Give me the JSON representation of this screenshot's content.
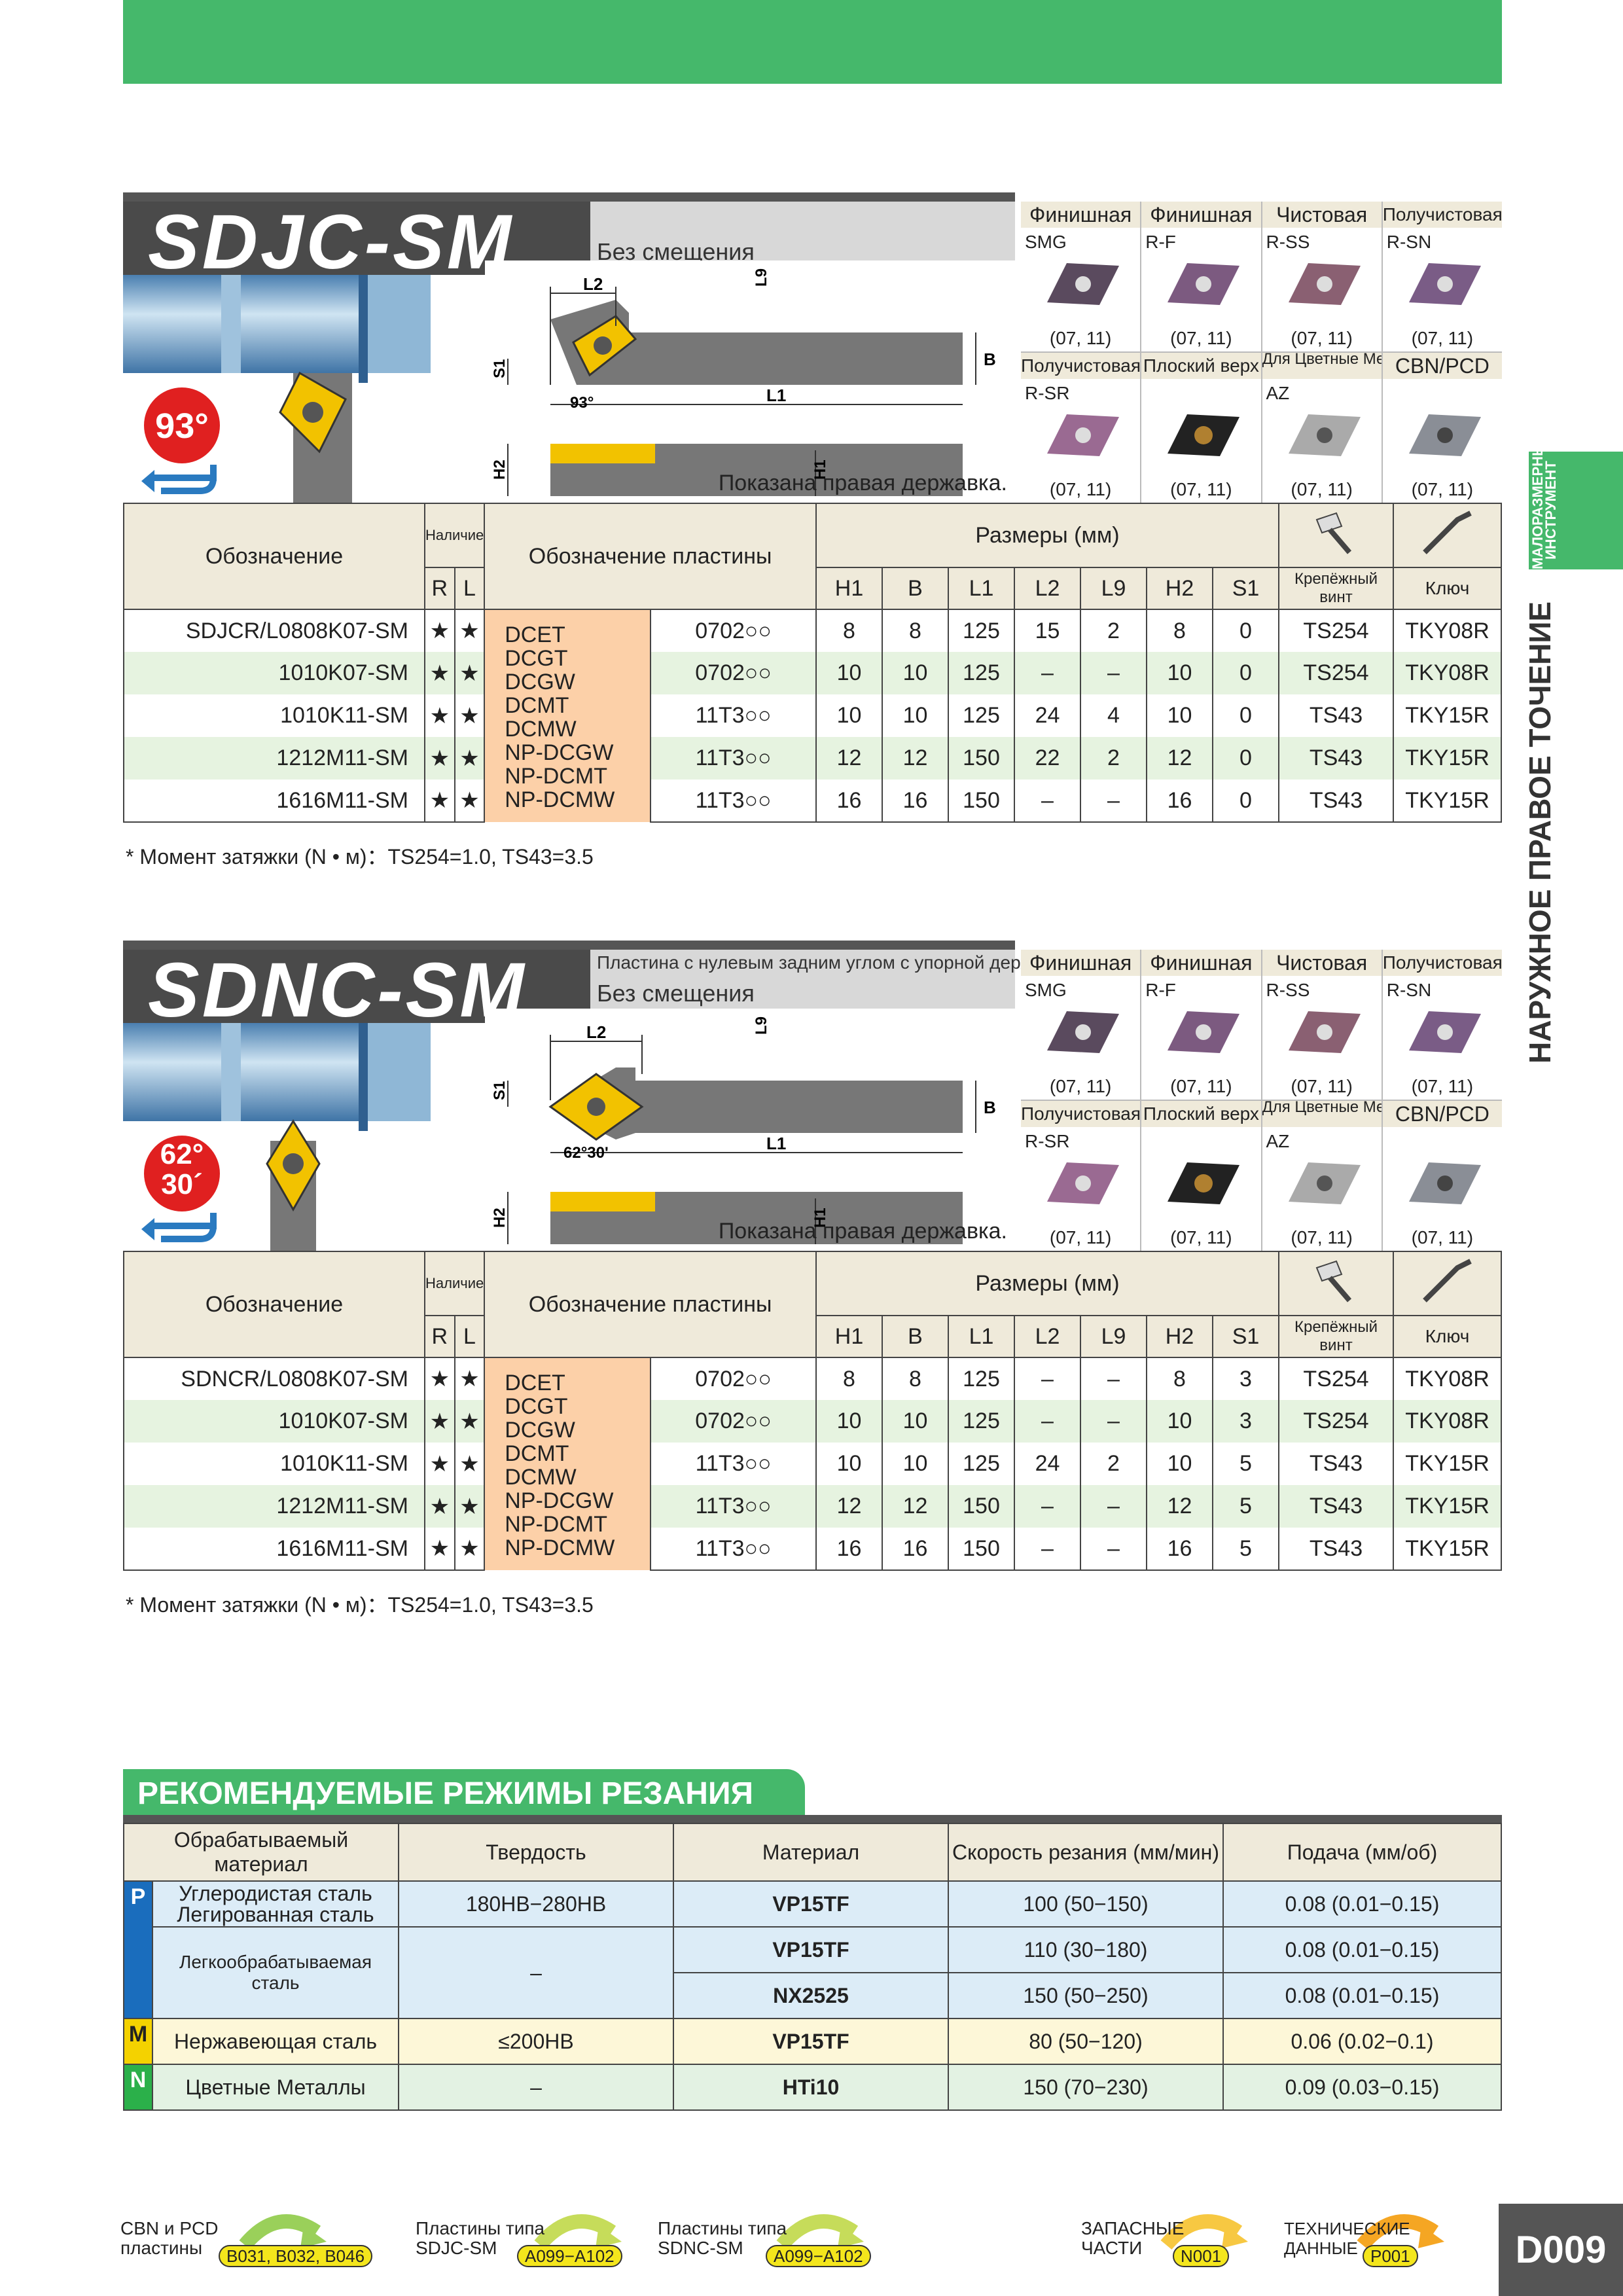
{
  "header": {
    "color": "#45b86b"
  },
  "sidebar": {
    "small": "МАЛОРАЗМЕРНЫЙ ИНСТРУМЕНТ",
    "main": "НАРУЖНОЕ ПРАВОЕ ТОЧЕНИЕ"
  },
  "common": {
    "shown_right": "Показана правая державка.",
    "insert_code_note": "(07, 11)",
    "insert_categories": [
      "Финишная",
      "Финишная",
      "Чистовая",
      "Получистовая",
      "Получистовая",
      "Плоский верх",
      "Для Цветные Металлы",
      "CBN/PCD"
    ],
    "insert_codes": [
      "SMG",
      "R-F",
      "R-SS",
      "R-SN",
      "R-SR",
      "",
      "AZ",
      ""
    ],
    "headers": {
      "designation": "Обозначение",
      "avail": "Наличие",
      "R": "R",
      "L": "L",
      "insert": "Обозначение пластины",
      "dims": "Размеры (мм)",
      "screw": "Крепёжный винт",
      "key": "Ключ",
      "H1": "H1",
      "B": "B",
      "L1": "L1",
      "L2": "L2",
      "L9": "L9",
      "H2": "H2",
      "S1": "S1"
    },
    "insert_types": [
      "DCET",
      "DCGT",
      "DCGW",
      "DCMT",
      "DCMW",
      "NP-DCGW",
      "NP-DCMT",
      "NP-DCMW"
    ],
    "star": "★",
    "footnote": "* Момент затяжки (N • м)：TS254=1.0, TS43=3.5"
  },
  "sdjc": {
    "title": "SDJC-SM",
    "offset": "Без смещения",
    "angle": "93°",
    "rows": [
      {
        "des": "SDJCR/L0808K07-SM",
        "ins": "0702○○",
        "H1": "8",
        "B": "8",
        "L1": "125",
        "L2": "15",
        "L9": "2",
        "H2": "8",
        "S1": "0",
        "screw": "TS254",
        "key": "TKY08R"
      },
      {
        "des": "1010K07-SM",
        "ins": "0702○○",
        "H1": "10",
        "B": "10",
        "L1": "125",
        "L2": "–",
        "L9": "–",
        "H2": "10",
        "S1": "0",
        "screw": "TS254",
        "key": "TKY08R"
      },
      {
        "des": "1010K11-SM",
        "ins": "11T3○○",
        "H1": "10",
        "B": "10",
        "L1": "125",
        "L2": "24",
        "L9": "4",
        "H2": "10",
        "S1": "0",
        "screw": "TS43",
        "key": "TKY15R"
      },
      {
        "des": "1212M11-SM",
        "ins": "11T3○○",
        "H1": "12",
        "B": "12",
        "L1": "150",
        "L2": "22",
        "L9": "2",
        "H2": "12",
        "S1": "0",
        "screw": "TS43",
        "key": "TKY15R"
      },
      {
        "des": "1616M11-SM",
        "ins": "11T3○○",
        "H1": "16",
        "B": "16",
        "L1": "150",
        "L2": "–",
        "L9": "–",
        "H2": "16",
        "S1": "0",
        "screw": "TS43",
        "key": "TKY15R"
      }
    ]
  },
  "sdnc": {
    "title": "SDNC-SM",
    "subtitle": "Пластина с нулевым задним углом с упорной державкой",
    "offset": "Без смещения",
    "angle1": "62°",
    "angle2": "30´",
    "angle_label": "62°30'",
    "rows": [
      {
        "des": "SDNCR/L0808K07-SM",
        "ins": "0702○○",
        "H1": "8",
        "B": "8",
        "L1": "125",
        "L2": "–",
        "L9": "–",
        "H2": "8",
        "S1": "3",
        "screw": "TS254",
        "key": "TKY08R"
      },
      {
        "des": "1010K07-SM",
        "ins": "0702○○",
        "H1": "10",
        "B": "10",
        "L1": "125",
        "L2": "–",
        "L9": "–",
        "H2": "10",
        "S1": "3",
        "screw": "TS254",
        "key": "TKY08R"
      },
      {
        "des": "1010K11-SM",
        "ins": "11T3○○",
        "H1": "10",
        "B": "10",
        "L1": "125",
        "L2": "24",
        "L9": "2",
        "H2": "10",
        "S1": "5",
        "screw": "TS43",
        "key": "TKY15R"
      },
      {
        "des": "1212M11-SM",
        "ins": "11T3○○",
        "H1": "12",
        "B": "12",
        "L1": "150",
        "L2": "–",
        "L9": "–",
        "H2": "12",
        "S1": "5",
        "screw": "TS43",
        "key": "TKY15R"
      },
      {
        "des": "1616M11-SM",
        "ins": "11T3○○",
        "H1": "16",
        "B": "16",
        "L1": "150",
        "L2": "–",
        "L9": "–",
        "H2": "16",
        "S1": "5",
        "screw": "TS43",
        "key": "TKY15R"
      }
    ]
  },
  "cutting": {
    "title": "РЕКОМЕНДУЕМЫЕ РЕЖИМЫ РЕЗАНИЯ",
    "headers": [
      "Обрабатываемый материал",
      "Твердость",
      "Материал",
      "Скорость резания (мм/мин)",
      "Подача (мм/об)"
    ],
    "P": {
      "band": "P",
      "mat1": "Углеродистая сталь",
      "mat1b": "Легированная сталь",
      "hard1": "180HB−280HB",
      "grade1": "VP15TF",
      "speed1": "100 (50−150)",
      "feed1": "0.08 (0.01−0.15)",
      "mat2": "Легкообрабатываемая сталь",
      "hard2": "–",
      "grade2": "VP15TF",
      "speed2": "110 (30−180)",
      "feed2": "0.08 (0.01−0.15)",
      "grade3": "NX2525",
      "speed3": "150 (50−250)",
      "feed3": "0.08 (0.01−0.15)"
    },
    "M": {
      "band": "M",
      "mat": "Нержавеющая сталь",
      "hard": "≤200HB",
      "grade": "VP15TF",
      "speed": "80 (50−120)",
      "feed": "0.06 (0.02−0.1)"
    },
    "N": {
      "band": "N",
      "mat": "Цветные Металлы",
      "hard": "–",
      "grade": "HTi10",
      "speed": "150 (70−230)",
      "feed": "0.09 (0.03−0.15)"
    }
  },
  "nav": [
    {
      "l1": "CBN и PCD",
      "l2": "пластины",
      "pill": "B031, B032, B046"
    },
    {
      "l1": "Пластины типа",
      "l2": "SDJC-SM",
      "pill": "A099−A102"
    },
    {
      "l1": "Пластины типа",
      "l2": "SDNC-SM",
      "pill": "A099−A102"
    },
    {
      "l1": "ЗАПАСНЫЕ",
      "l2": "ЧАСТИ",
      "pill": "N001"
    },
    {
      "l1": "ТЕХНИЧЕСКИЕ",
      "l2": "ДАННЫЕ",
      "pill": "P001"
    }
  ],
  "page": "D009"
}
